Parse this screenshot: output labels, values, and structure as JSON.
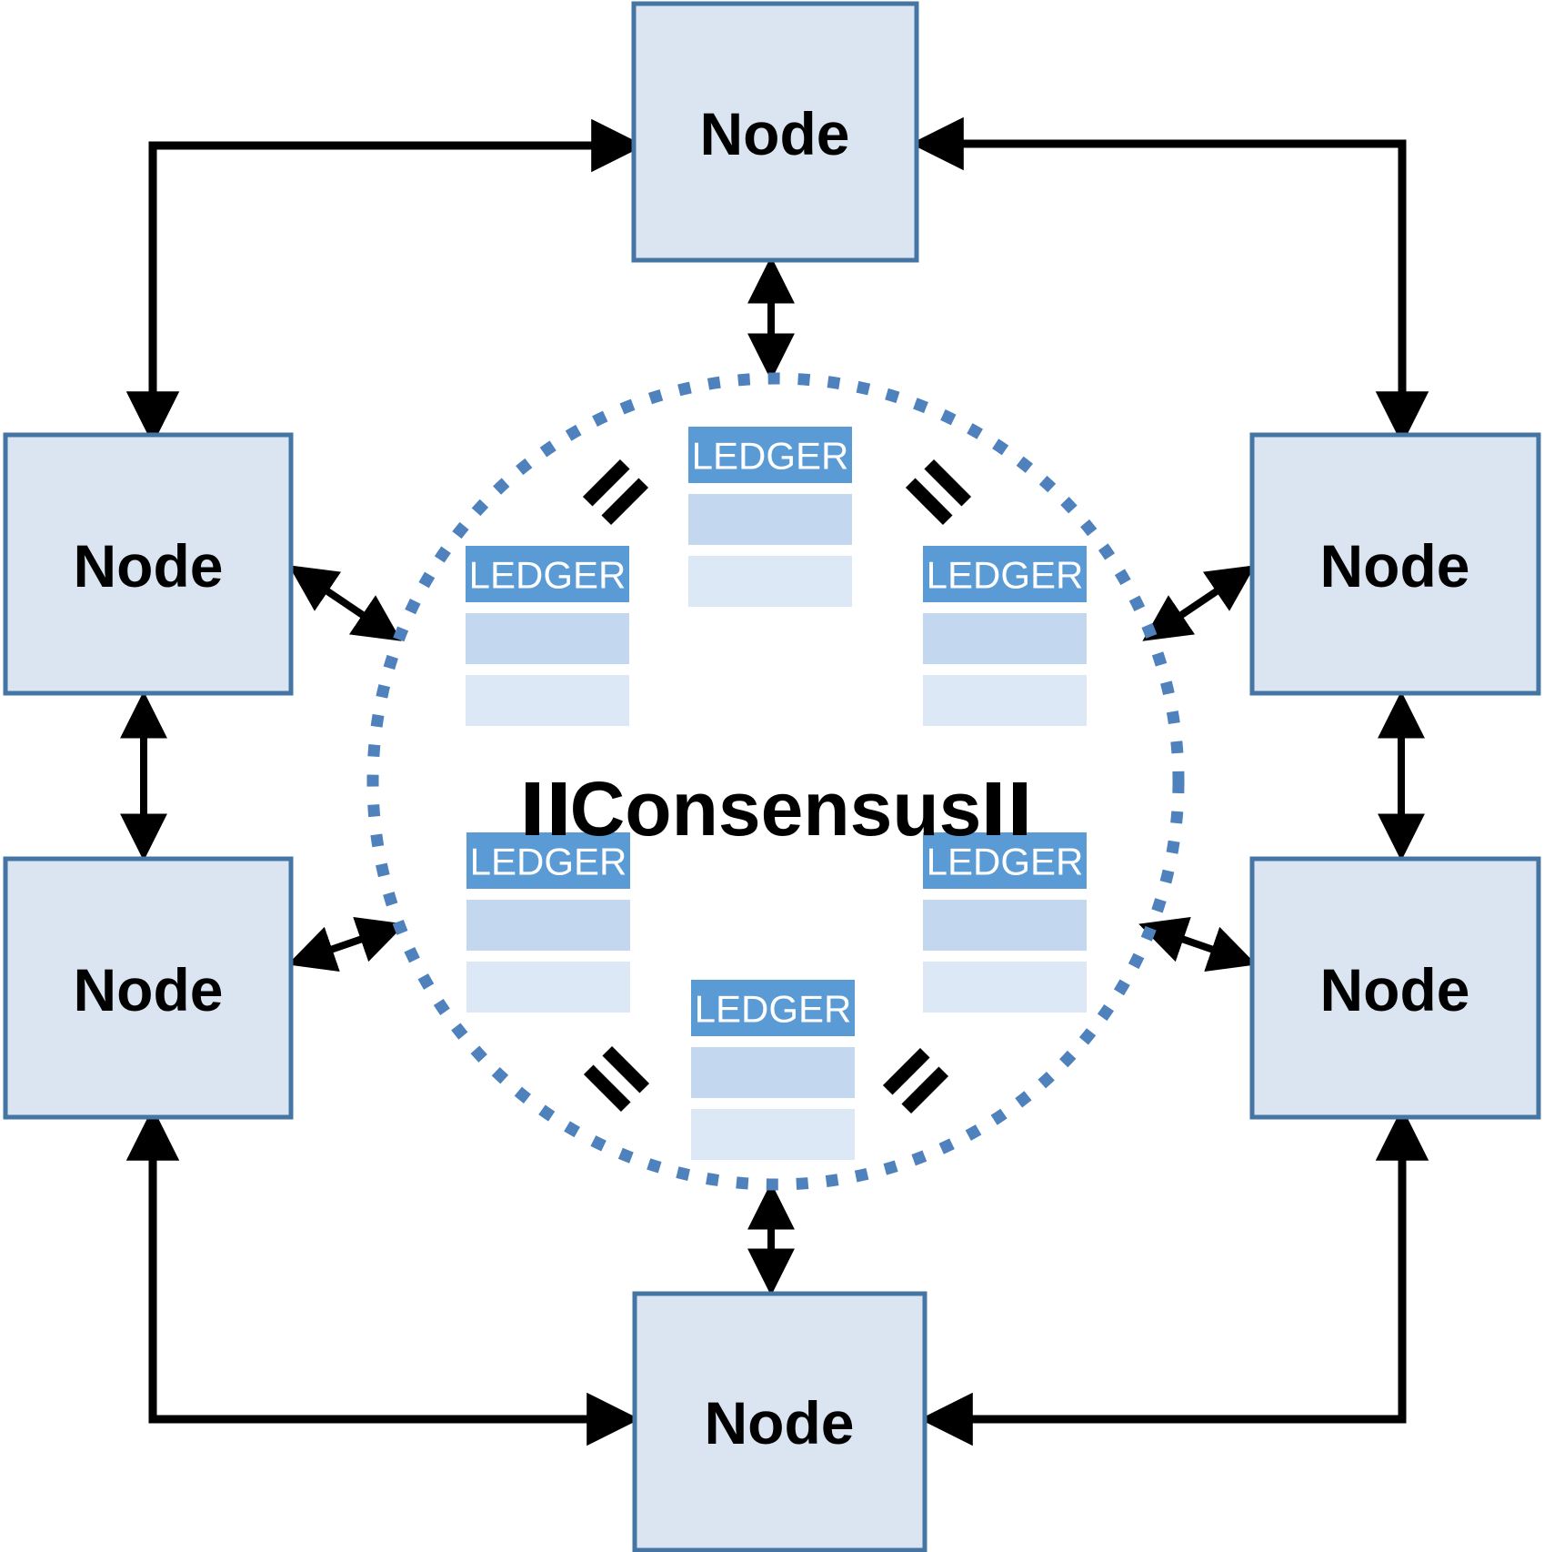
{
  "diagram": {
    "consensus_label": "Consensus",
    "equals_symbol": "=",
    "nodes": [
      {
        "id": "top",
        "label": "Node"
      },
      {
        "id": "left-upper",
        "label": "Node"
      },
      {
        "id": "right-upper",
        "label": "Node"
      },
      {
        "id": "left-lower",
        "label": "Node"
      },
      {
        "id": "right-lower",
        "label": "Node"
      },
      {
        "id": "bottom",
        "label": "Node"
      }
    ],
    "ledgers": [
      {
        "id": "top",
        "label": "LEDGER"
      },
      {
        "id": "left-upper",
        "label": "LEDGER"
      },
      {
        "id": "right-upper",
        "label": "LEDGER"
      },
      {
        "id": "left-lower",
        "label": "LEDGER"
      },
      {
        "id": "right-lower",
        "label": "LEDGER"
      },
      {
        "id": "bottom",
        "label": "LEDGER"
      }
    ],
    "colors": {
      "background": "#ffffff",
      "node_fill": "#dbe5f1",
      "node_border": "#4575a5",
      "circle_dotted": "#4f81bd",
      "ledger_header": "#5b9bd5",
      "ledger_row1": "#c3d8ee",
      "ledger_row2": "#dce8f6",
      "ledger_text": "#ffffff",
      "arrow": "#000000",
      "text": "#000000"
    }
  }
}
